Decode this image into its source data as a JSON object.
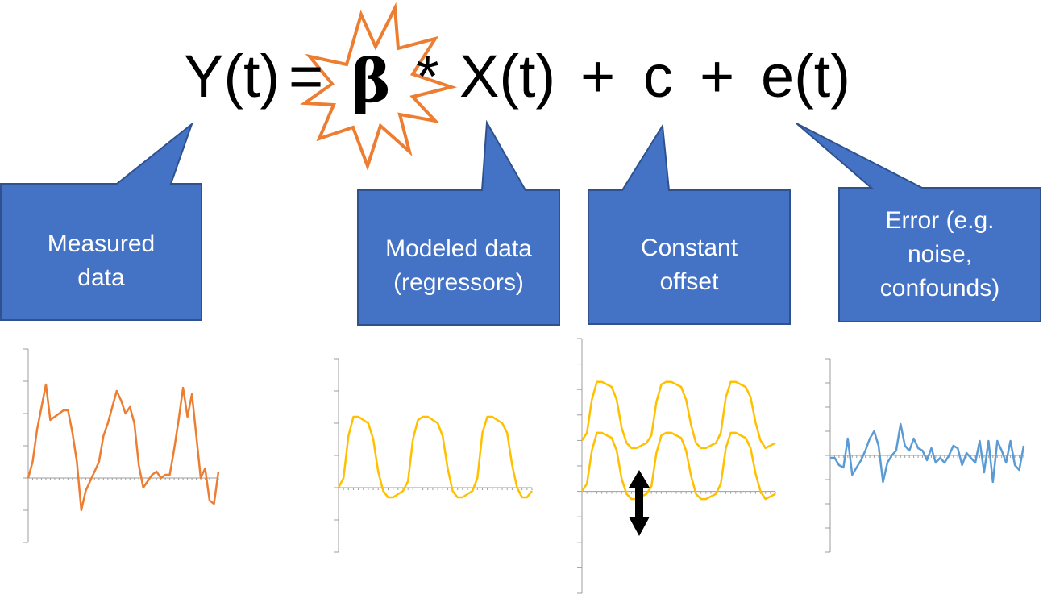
{
  "equation": {
    "lhs": "Y(t)",
    "equals": "=",
    "beta": "β",
    "times": "*",
    "regressor": "X(t)",
    "plus1": "+",
    "constant": "c",
    "plus2": "+",
    "error": "e(t)"
  },
  "callouts": {
    "measured": {
      "line1": "Measured",
      "line2": "data"
    },
    "modeled": {
      "line1": "Modeled data",
      "line2": "(regressors)"
    },
    "constant": {
      "line1": "Constant",
      "line2": "offset"
    },
    "error": {
      "line1": "Error (e.g.",
      "line2": "noise,",
      "line3": "confounds)"
    }
  },
  "colors": {
    "callout_fill": "#4472C4",
    "callout_stroke": "#2F528F",
    "burst": "#ED7D31",
    "measured_line": "#ED7D31",
    "model_line": "#FFC000",
    "error_line": "#5B9BD5",
    "arrow": "#000000"
  },
  "chart_data": [
    {
      "type": "line",
      "name": "measured",
      "ylim": [
        -2,
        4
      ],
      "values": [
        0,
        0.5,
        1.5,
        2.2,
        2.9,
        1.8,
        1.9,
        2.0,
        2.1,
        2.1,
        1.4,
        0.5,
        -1.0,
        -0.4,
        -0.1,
        0.2,
        0.5,
        1.3,
        1.7,
        2.2,
        2.7,
        2.4,
        2.0,
        2.2,
        1.7,
        0.4,
        -0.3,
        -0.1,
        0.1,
        0.2,
        0.0,
        0.1,
        0.1,
        0.9,
        1.8,
        2.8,
        1.9,
        2.6,
        1.3,
        0.0,
        0.3,
        -0.7,
        -0.8,
        0.2
      ]
    },
    {
      "type": "line",
      "name": "regressor",
      "ylim": [
        -2,
        4
      ],
      "values": [
        0,
        0.3,
        1.6,
        2.2,
        2.2,
        2.1,
        2.0,
        1.5,
        0.5,
        -0.1,
        -0.3,
        -0.3,
        -0.2,
        -0.1,
        0.2,
        1.5,
        2.1,
        2.2,
        2.2,
        2.1,
        2.0,
        1.6,
        0.6,
        -0.1,
        -0.3,
        -0.3,
        -0.2,
        -0.1,
        0.3,
        1.7,
        2.2,
        2.2,
        2.1,
        2.0,
        1.7,
        0.7,
        0.0,
        -0.3,
        -0.3,
        -0.1
      ]
    },
    {
      "type": "line",
      "name": "offset",
      "ylim": [
        -4,
        6
      ],
      "offset": 2,
      "values": [
        0,
        0.3,
        1.6,
        2.3,
        2.3,
        2.2,
        2.1,
        1.6,
        0.5,
        -0.1,
        -0.3,
        -0.3,
        -0.2,
        -0.1,
        0.2,
        1.5,
        2.2,
        2.3,
        2.3,
        2.2,
        2.1,
        1.6,
        0.6,
        -0.1,
        -0.3,
        -0.3,
        -0.2,
        -0.1,
        0.3,
        1.7,
        2.3,
        2.3,
        2.2,
        2.1,
        1.7,
        0.7,
        0.0,
        -0.3,
        -0.2,
        -0.1
      ]
    },
    {
      "type": "line",
      "name": "error",
      "ylim": [
        -4,
        4
      ],
      "values": [
        -0.1,
        -0.1,
        -0.4,
        -0.5,
        0.7,
        -0.8,
        -0.5,
        -0.2,
        0.2,
        0.7,
        1.0,
        0.4,
        -1.1,
        -0.3,
        0.0,
        0.2,
        1.3,
        0.4,
        0.2,
        0.7,
        0.3,
        0.2,
        -0.2,
        0.3,
        -0.3,
        -0.1,
        -0.3,
        0.0,
        0.4,
        0.3,
        -0.4,
        0.1,
        -0.1,
        -0.3,
        0.6,
        -0.7,
        0.6,
        -1.1,
        0.6,
        0.2,
        -0.3,
        0.6,
        -0.4,
        -0.6,
        0.4
      ]
    }
  ]
}
